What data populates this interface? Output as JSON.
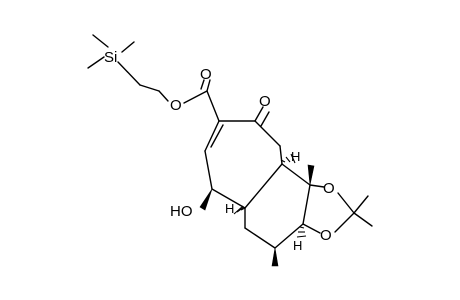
{
  "molecule": {
    "atom_labels": {
      "si": "Si",
      "o_ester": "O",
      "o_carbonyl_ester": "O",
      "o_ketone": "O",
      "oh": "HO",
      "o_dioxolane_top": "O",
      "o_dioxolane_bottom": "O",
      "h_ring_junction_top": "H",
      "h_ring_junction_mid": "H",
      "h_dioxolane": "H"
    }
  }
}
